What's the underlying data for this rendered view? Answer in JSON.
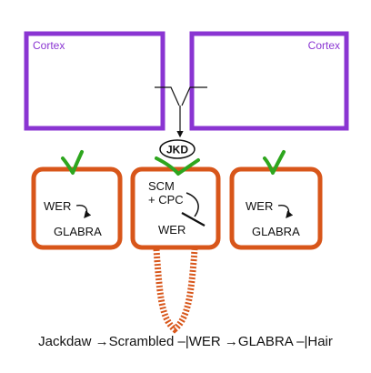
{
  "colors": {
    "cortex": "#8a35d2",
    "epidermis": "#d8561a",
    "leaf": "#2ea61e",
    "text": "#111111",
    "hair": "#d8561a"
  },
  "cortex_left": {
    "label": "Cortex"
  },
  "cortex_right": {
    "label": "Cortex"
  },
  "jkd_badge": {
    "label": "JKD"
  },
  "cell_left": {
    "line1": "WER",
    "line2": "GLABRA"
  },
  "cell_middle": {
    "line1": "SCM",
    "line2": "+ CPC",
    "line3": "WER"
  },
  "cell_right": {
    "line1": "WER",
    "line2": "GLABRA"
  },
  "caption": {
    "t1": "Jackdaw ",
    "a1": "→",
    "t2": "Scrambled –|WER ",
    "a2": "→",
    "t3": "GLABRA –|Hair"
  }
}
